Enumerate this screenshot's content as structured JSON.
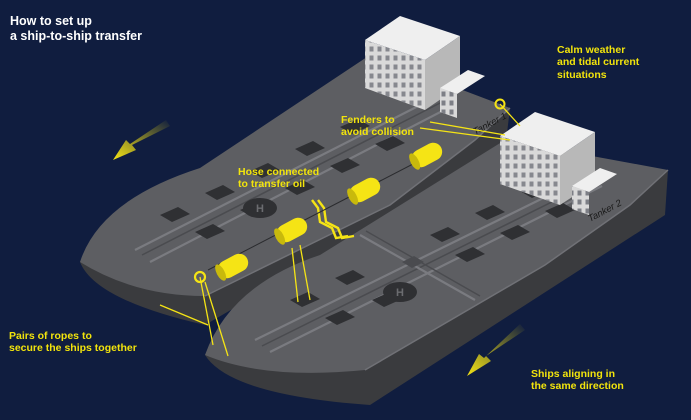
{
  "title": {
    "line1": "How to set up",
    "line2": "a ship-to-ship transfer"
  },
  "annotations": {
    "weather": {
      "line1": "Calm weather",
      "line2": "and tidal current",
      "line3": "situations"
    },
    "fenders": {
      "line1": "Fenders to",
      "line2": "avoid collision"
    },
    "hose": {
      "line1": "Hose connected",
      "line2": "to transfer oil"
    },
    "ropes": {
      "line1": "Pairs of ropes to",
      "line2": "secure the ships together"
    },
    "aligning": {
      "line1": "Ships aligning in",
      "line2": "the same direction"
    }
  },
  "ships": {
    "tanker1": "Tanker 1",
    "tanker2": "Tanker 2"
  },
  "helipad_letter": "H",
  "colors": {
    "background": "#101d3f",
    "title_text": "#ffffff",
    "annotation_text": "#f2e40c",
    "accent_yellow": "#f5e415",
    "hull_dark": "#3a3b3e",
    "deck": "#5d5e62",
    "deck_light": "#6b6c70",
    "hatch": "#2f3033",
    "building": "#d9d9d9",
    "ship_label": "#1a1a1a"
  },
  "icons": [
    "arrow-left-icon",
    "arrow-down-left-icon",
    "fender-icon",
    "helipad-icon"
  ]
}
